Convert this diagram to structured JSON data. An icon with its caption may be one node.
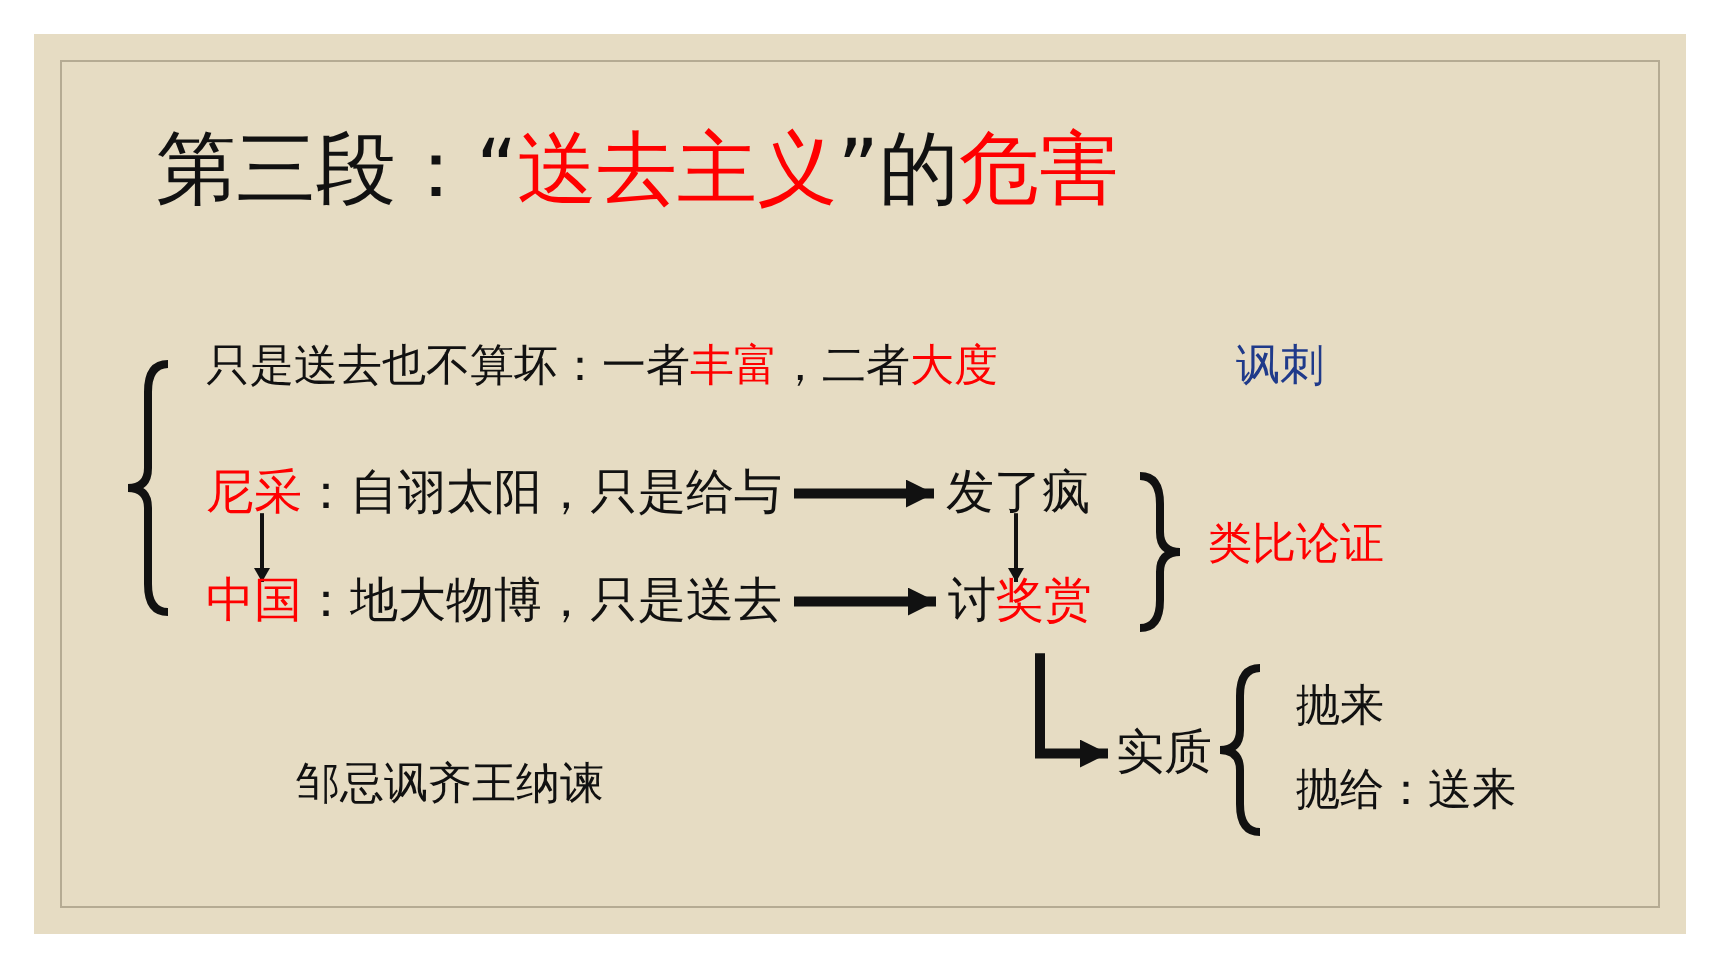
{
  "diagram": {
    "title": "第三段：“送去主义”的危害",
    "nodes": [
      {
        "text": [
          "尼采：自诩太阳，只是给与"
        ]
      },
      {
        "text": [
          "发了疯"
        ]
      },
      {
        "text": [
          "中国：地大物博，只是送去"
        ]
      },
      {
        "text": [
          "讨奖赏"
        ]
      },
      {
        "text": [
          "实质"
        ]
      }
    ],
    "edges": [
      {
        "from": 0,
        "to": 1,
        "arrow": "to"
      },
      {
        "from": 2,
        "to": 3,
        "arrow": "to"
      },
      {
        "from": 0,
        "to": 2,
        "arrow": "to"
      },
      {
        "from": 1,
        "to": 3,
        "arrow": "to"
      },
      {
        "from": 3,
        "to": 4,
        "arrow": "to"
      }
    ],
    "labels": [
      "只是送去也不算坏：一者丰富，二者大度",
      "讽刺",
      "类比论证",
      "抛来",
      "抛给：送来",
      "邹忌讽齐王纳谏"
    ]
  }
}
